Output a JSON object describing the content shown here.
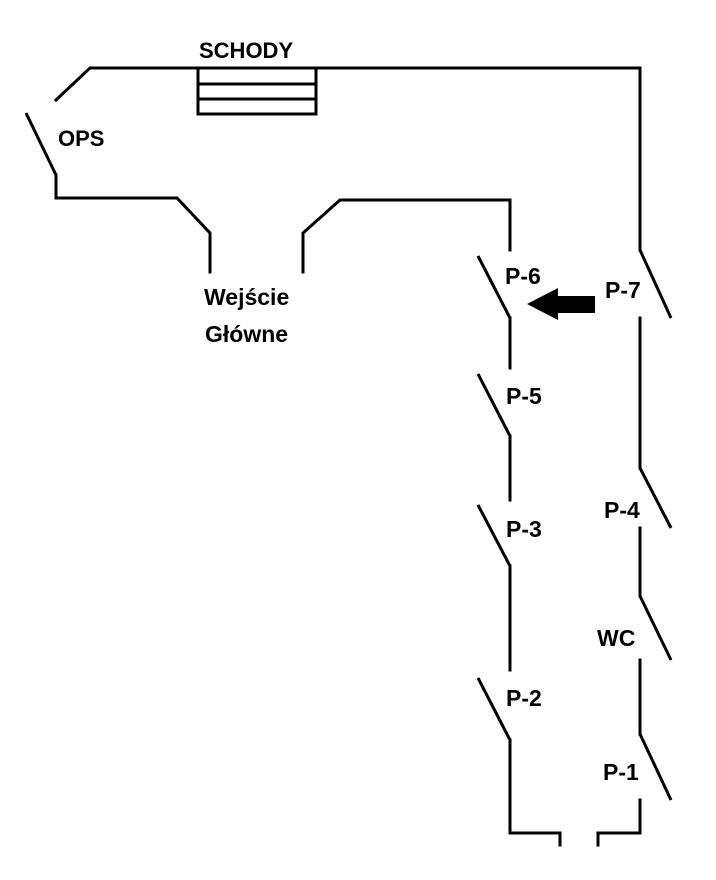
{
  "labels": {
    "stairs": "SCHODY",
    "ops": "OPS",
    "entrance_line1": "Wejście",
    "entrance_line2": "Główne",
    "p1": "P-1",
    "p2": "P-2",
    "p3": "P-3",
    "p4": "P-4",
    "p5": "P-5",
    "p6": "P-6",
    "p7": "P-7",
    "wc": "WC"
  },
  "colors": {
    "line": "#000000",
    "background": "#ffffff"
  },
  "arrow": {
    "direction": "left",
    "points_to": "P-6",
    "from": "P-7"
  }
}
